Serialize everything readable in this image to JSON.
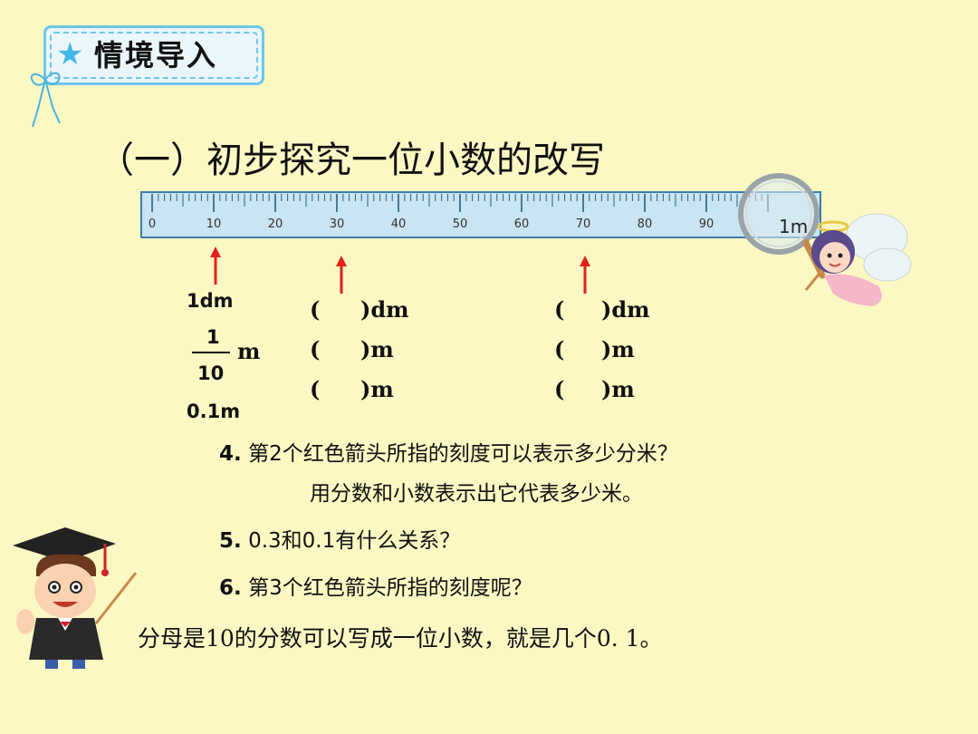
{
  "header": {
    "badge_star": "★",
    "badge_title": "情境导入"
  },
  "section_title": "（一）初步探究一位小数的改写",
  "ruler": {
    "tick_labels": [
      "0",
      "10",
      "20",
      "30",
      "40",
      "50",
      "60",
      "70",
      "80",
      "90"
    ],
    "end_label": "1m"
  },
  "arrow_color": "#E3201B",
  "column1": {
    "decimeter": "1dm",
    "fraction_numerator": "1",
    "fraction_denominator": "10",
    "fraction_unit": "m",
    "decimal": "0.1m"
  },
  "column2": {
    "row1_open": "(",
    "row1_close": ")dm",
    "row2_open": "(",
    "row2_close": ")m",
    "row3_open": "(",
    "row3_close": ")m"
  },
  "column3": {
    "row1_open": "(",
    "row1_close": ")dm",
    "row2_open": "(",
    "row2_close": ")m",
    "row3_open": "(",
    "row3_close": ")m"
  },
  "questions": {
    "q4_num": "4.",
    "q4_text": "第2个红色箭头所指的刻度可以表示多少分米？",
    "q4_line2": "用分数和小数表示出它代表多少米。",
    "q5_num": "5.",
    "q5_text": "0.3和0.1有什么关系？",
    "q6_num": "6.",
    "q6_text": "第3个红色箭头所指的刻度呢？"
  },
  "summary": "分母是10的分数可以写成一位小数，就是几个0. 1。"
}
